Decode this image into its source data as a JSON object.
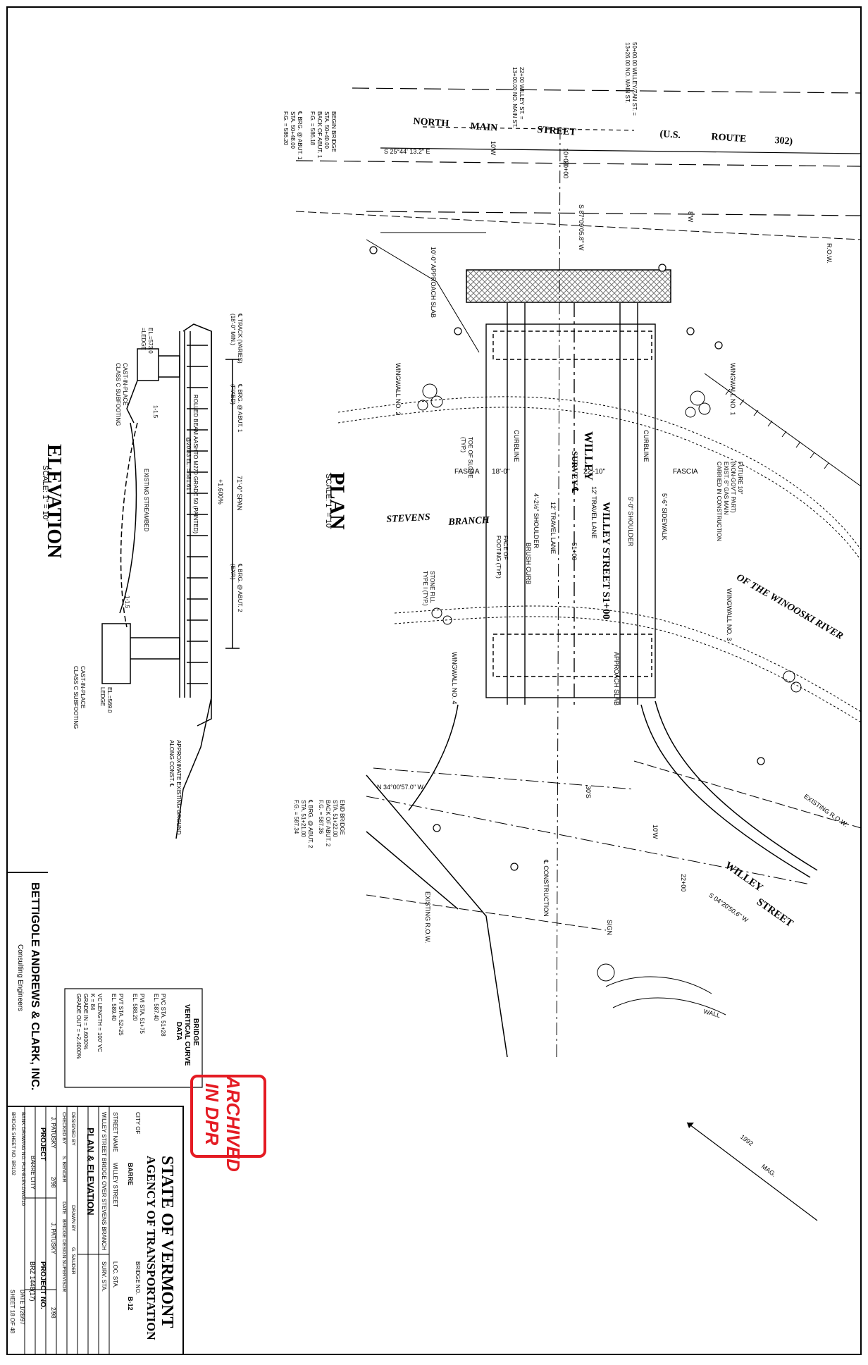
{
  "plan": {
    "title": "PLAN",
    "scale": "SCALE: 1\" = 10'",
    "streets": {
      "north_main": [
        "NORTH",
        "MAIN",
        "STREET"
      ],
      "route": [
        "(U.S.",
        "ROUTE",
        "302)"
      ],
      "willey": [
        "WILLEY",
        "STREET"
      ],
      "willey_st_label": "WILLEY STREET  S1+00"
    },
    "river": [
      "STEVENS",
      "BRANCH",
      "OF THE WINOOSKI RIVER"
    ],
    "labels": {
      "wingwall_1": "WINGWALL NO. 1",
      "wingwall_2": "WINGWALL NO. 2",
      "wingwall_3": "WINGWALL NO. 3",
      "wingwall_4": "WINGWALL NO. 4",
      "fascia_left": "FASCIA",
      "fascia_right": "FASCIA",
      "curbline": "CURBLINE",
      "survey_cl": "SURVEY ℄",
      "travel_lane_left": "12' TRAVEL LANE",
      "travel_lane_right": "12' TRAVEL LANE",
      "shoulder_left": "4'-2½\" SHOULDER",
      "shoulder_right": "5'-0\" SHOULDER",
      "sidewalk": "5'-6\" SIDEWALK",
      "width_left": "18'-0\"",
      "width_right": "22'-10\"",
      "span": "71'-0\" SPAN",
      "approach_slab_1": "10'-0\" APPROACH SLAB",
      "approach_slab_2": "APPROACH SLAB",
      "begin_bridge": [
        "BEGIN BRIDGE",
        "STA. 50+40.00",
        "BACK OF ABUT. 1",
        "F.G. = 586.18"
      ],
      "brg_abut_1": [
        "℄ BRG. @ ABUT. 1",
        "STA. 50+48.00",
        "F.G. = 586.20"
      ],
      "end_bridge": [
        "END BRIDGE",
        "STA. 51+22.00",
        "BACK OF ABUT. 2",
        "F.G. = 587.36"
      ],
      "brg_abut_2": [
        "℄ BRG. @ ABUT. 2",
        "STA. 51+21.00",
        "F.G. = 587.34"
      ],
      "existing_row": "EXISTING R.O.W.",
      "existing_row_2": "EXISTING R.O.W.",
      "row": "R.O.W.",
      "gas_main": [
        "FUTURE 10\"",
        "(NON-GOV'T PART)",
        "EXIST. 6\" GAS MAIN",
        "CARRIED IN CONSTRUCTION"
      ],
      "stone_fill": [
        "STONE FILL",
        "TYPE I (TYP.)"
      ],
      "toe_of_slope": [
        "TOE OF SLOPE",
        "(TYP.)"
      ],
      "face_of_footing": [
        "FACE OF",
        "FOOTING (TYP.)"
      ],
      "brush_curb": "BRUSH CURB",
      "construction_cl": "℄ CONSTRUCTION",
      "wall": "WALL",
      "sign": "SIGN",
      "station_ref_1": [
        "22+00 WILLEY ST. =",
        "13+00.00 NO. MAIN ST."
      ],
      "station_ref_2": [
        "50+00.00 WILLEY/ZAN ST. =",
        "13+26.00 NO. MAIN ST."
      ],
      "bearing_1": "S 25°44' 13.2\" E",
      "bearing_2": "N 34°00'57.0\" W",
      "bearing_3": "S 04°20'50.6\" W",
      "bearing_4": "S 87°09'05.8\" W",
      "dims_10w": [
        "10'W",
        "10'W"
      ],
      "dim_8w": "8'W",
      "dim_30s": "30'S",
      "sta_5100": "51+00",
      "sta_2200": "22+00",
      "sta_1000": "10+00",
      "sta_2000": "20+00"
    }
  },
  "elevation": {
    "title": "ELEVATION",
    "scale": "SCALE: 1\" = 10'",
    "labels": {
      "track": [
        "℄ TRACK (VARIES)",
        "(18'-0\" MIN.)"
      ],
      "brg_abut_1": [
        "℄ BRG. @ ABUT. 1",
        "(FIXED)"
      ],
      "brg_abut_2": [
        "℄ BRG. @ ABUT. 2",
        "(EXP.)"
      ],
      "grade": "+1.600%",
      "beam": [
        "ROLLED BEAM AASHTO M270 GRADE 50 (PAINTED)",
        "@20.33 EL. = 581.61"
      ],
      "cast_1": [
        "CAST-IN-PLACE",
        "CLASS C SUBFOOTING"
      ],
      "cast_2": [
        "CAST-IN-PLACE",
        "CLASS C SUBFOOTING"
      ],
      "ledge_1": [
        "EL.=573.0",
        "=LEDGE"
      ],
      "ledge_2": [
        "EL.=569.0",
        "LEDGE"
      ],
      "streambed": "EXISTING STREAMBED",
      "slope_1": "1-1.5",
      "slope_2": "1-1.5",
      "ground": [
        "APPROXIMATE EXISTING GROUND",
        "ALONG CONST. ℄"
      ]
    }
  },
  "vertical_curve": {
    "title": [
      "BRIDGE",
      "VERTICAL CURVE",
      "DATA"
    ],
    "lines": [
      "PVC STA. 51+28",
      "EL. 587.40",
      "PVI STA. 51+75",
      "EL. 588.20",
      "PVT STA. 52+25",
      "EL. 589.40",
      "VC LENGTH = 100' VC",
      "K = 84",
      "GRADE IN = 1.6000%",
      "GRADE OUT = +2.4000%"
    ]
  },
  "consultant": {
    "name": "BETTIGOLE ANDREWS & CLARK, INC.",
    "subtitle": "Consulting Engineers"
  },
  "title_block": {
    "state": "STATE OF VERMONT",
    "agency": "AGENCY OF TRANSPORTATION",
    "city_of_label": "CITY OF",
    "city": "BARRE",
    "street_name_label": "STREET NAME",
    "street": "WILLEY STREET",
    "bridge_no_label": "BRIDGE NO.",
    "bridge_no": "B-12",
    "loc_sta": "LOC. STA.",
    "surv_sta": "SURV. STA.",
    "project_desc": "WILLEY STREET BRIDGE OVER STEVENS BRANCH",
    "drawing_title": "PLAN & ELEVATION",
    "designed_by": "DESIGNED BY",
    "drawn_by": "DRAWN BY",
    "drawn_name": "G. SAUDER",
    "checked_by": "CHECKED BY",
    "checked_name": "S. BENDER",
    "date_label": "DATE",
    "supervisor": "BRIDGE DESIGN SUPERVISOR",
    "engineer_1": "J. PATUSKY",
    "date_1": "2/98",
    "engineer_2": "J. PATUSKY",
    "date_2": "2/98",
    "project_label": "PROJECT",
    "project_no_label": "PROJECT NO.",
    "project_city": "BARRE CITY",
    "project_no": "BRZ 1448(17)",
    "bank_drawing": "BANK DRAWING NO.  PLN-ELEV.DWG/10",
    "date_final": "DATE  1/28/97",
    "bridge_sheet": "BRIDGE SHEET NO.  BR102",
    "sheet": "SHEET 18 OF 48"
  },
  "stamp": [
    "ARCHIVED",
    "IN DPR"
  ],
  "north_arrow": [
    "MAG.",
    "1992"
  ],
  "colors": {
    "ink": "#000000",
    "stamp": "#e41b23",
    "hatch": "#777777"
  }
}
